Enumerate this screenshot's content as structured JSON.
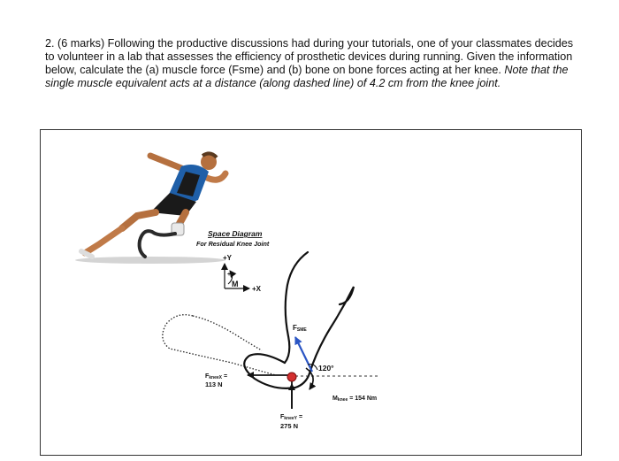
{
  "question": {
    "text": "2. (6 marks) Following the productive discussions had during your tutorials, one of your classmates decides to volunteer in a lab that assesses the efficiency of prosthetic devices during running. Given the information below, calculate the (a) muscle force (Fsme) and (b) bone on bone forces acting at her knee.",
    "note": "Note that the single muscle equivalent acts at a distance (along dashed line) of 4.2 cm from the knee joint."
  },
  "diagram": {
    "title": "Space Diagram",
    "subtitle": "For Residual Knee Joint",
    "axis_y": "+Y",
    "axis_x": "+X",
    "moment_symbol": "M",
    "moment_plus": "+",
    "fsme_label": "F",
    "fsme_sub": "SME",
    "angle": "120°",
    "fkneex_label": "F",
    "fkneex_sub": "kneeX",
    "fkneex_eq": " =",
    "fkneex_value": "113 N",
    "fkneey_label": "F",
    "fkneey_sub": "kneeY",
    "fkneey_eq": " =",
    "fkneey_value": "275 N",
    "mknee_label": "M",
    "mknee_sub": "knee",
    "mknee_value": " = 154 Nm"
  }
}
